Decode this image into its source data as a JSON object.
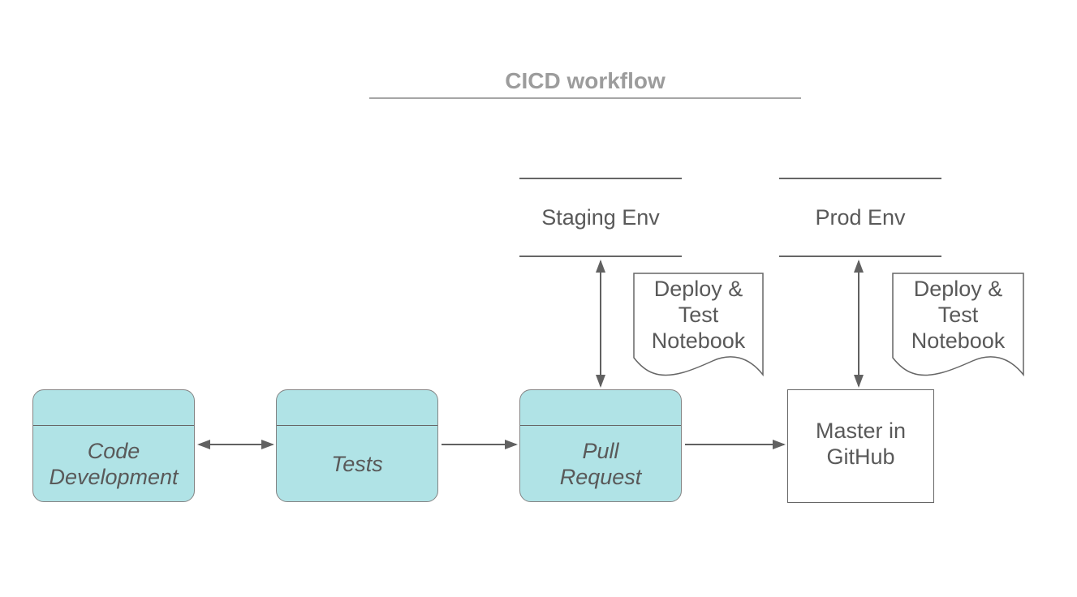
{
  "title": {
    "text": "CICD workflow"
  },
  "lanes": {
    "staging": {
      "label": "Staging Env"
    },
    "prod": {
      "label": "Prod Env"
    }
  },
  "documents": {
    "staging_notebook": {
      "label": "Deploy &\nTest\nNotebook"
    },
    "prod_notebook": {
      "label": "Deploy &\nTest\nNotebook"
    }
  },
  "nodes": {
    "code_development": {
      "label": "Code\nDevelopment"
    },
    "tests": {
      "label": "Tests"
    },
    "pull_request": {
      "label": "Pull\nRequest"
    },
    "master_in_github": {
      "label": "Master in\nGitHub"
    }
  },
  "colors": {
    "node_fill": "#b0e3e6",
    "node_border": "#848484",
    "shape_border": "#666666",
    "text": "#595959",
    "title_text": "#9c9c9c",
    "arrow": "#616161"
  }
}
